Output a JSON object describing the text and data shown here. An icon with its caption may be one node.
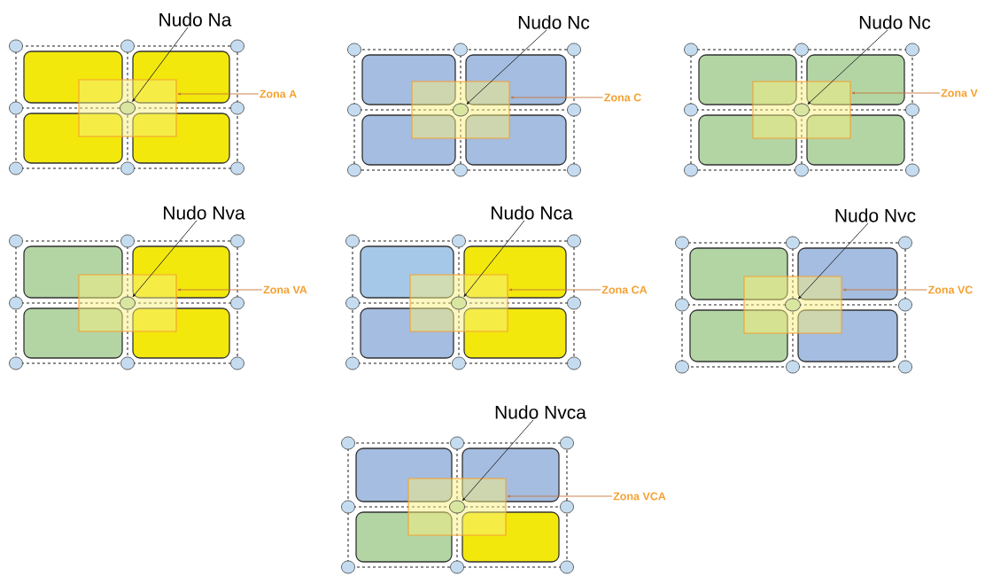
{
  "diagram": {
    "nodes": [
      {
        "text": [
          "Nudo Na"
        ]
      },
      {
        "text": [],
        "shape": "box"
      },
      {
        "text": [],
        "shape": "circle",
        "in": 1
      },
      {
        "text": [
          "Zona A"
        ]
      },
      {
        "text": [
          "Nudo Nc"
        ]
      },
      {
        "text": [],
        "shape": "box"
      },
      {
        "text": [],
        "shape": "circle",
        "in": 5
      },
      {
        "text": [
          "Zona C"
        ]
      },
      {
        "text": [
          "Nudo Nc"
        ]
      },
      {
        "text": [],
        "shape": "box"
      },
      {
        "text": [],
        "shape": "circle",
        "in": 9
      },
      {
        "text": [
          "Zona V"
        ]
      },
      {
        "text": [
          "Nudo Nva"
        ]
      },
      {
        "text": [],
        "shape": "box"
      },
      {
        "text": [],
        "shape": "circle",
        "in": 13
      },
      {
        "text": [
          "Zona VA"
        ]
      },
      {
        "text": [
          "Nudo Nca"
        ]
      },
      {
        "text": [],
        "shape": "box"
      },
      {
        "text": [],
        "shape": "circle",
        "in": 17
      },
      {
        "text": [
          "Zona CA"
        ]
      },
      {
        "text": [
          "Nudo Nvc"
        ]
      },
      {
        "text": [],
        "shape": "box"
      },
      {
        "text": [],
        "shape": "circle",
        "in": 21
      },
      {
        "text": [
          "Zona VC"
        ]
      },
      {
        "text": [
          "Nudo Nvca"
        ]
      },
      {
        "text": [],
        "shape": "box"
      },
      {
        "text": [],
        "shape": "circle",
        "in": 25
      },
      {
        "text": [
          "Zona VCA"
        ]
      }
    ],
    "edges": [
      {
        "from": 0,
        "to": 2,
        "arrow": "to",
        "color": "#222222"
      },
      {
        "from": 3,
        "to": 1,
        "arrow": "to",
        "color": "#c8753a"
      },
      {
        "from": 4,
        "to": 6,
        "arrow": "to",
        "color": "#222222"
      },
      {
        "from": 7,
        "to": 5,
        "arrow": "to",
        "color": "#c8753a"
      },
      {
        "from": 8,
        "to": 10,
        "arrow": "to",
        "color": "#222222"
      },
      {
        "from": 11,
        "to": 9,
        "arrow": "to",
        "color": "#c8753a"
      },
      {
        "from": 12,
        "to": 14,
        "arrow": "to",
        "color": "#222222"
      },
      {
        "from": 15,
        "to": 13,
        "arrow": "to",
        "color": "#c8753a"
      },
      {
        "from": 16,
        "to": 18,
        "arrow": "to",
        "color": "#222222"
      },
      {
        "from": 19,
        "to": 17,
        "arrow": "to",
        "color": "#c8753a"
      },
      {
        "from": 20,
        "to": 22,
        "arrow": "to",
        "color": "#222222"
      },
      {
        "from": 23,
        "to": 21,
        "arrow": "to",
        "color": "#c8753a"
      },
      {
        "from": 24,
        "to": 26,
        "arrow": "to",
        "color": "#222222"
      },
      {
        "from": 27,
        "to": 25,
        "arrow": "to",
        "color": "#c8753a"
      }
    ]
  }
}
